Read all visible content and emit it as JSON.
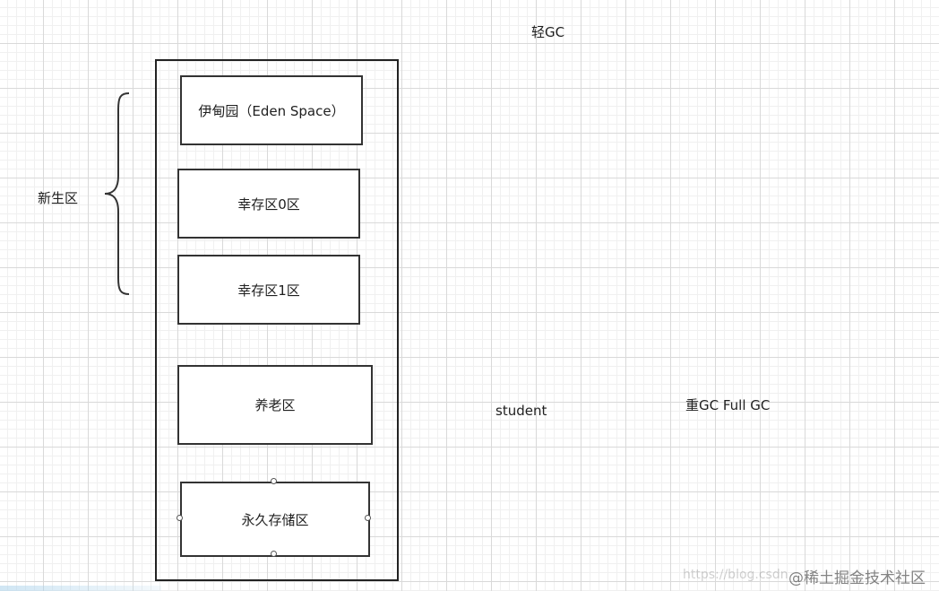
{
  "diagram": {
    "labels": {
      "minor_gc": "轻GC",
      "young_gen": "新生区",
      "student": "student",
      "major_gc": "重GC  Full GC"
    },
    "regions": {
      "eden": "伊甸园（Eden Space）",
      "survivor0": "幸存区0区",
      "survivor1": "幸存区1区",
      "old_gen": "养老区",
      "permanent": "永久存储区"
    }
  },
  "watermark": {
    "url": "https://blog.csdn",
    "site": "@稀土掘金技术社区"
  },
  "colors": {
    "grid_major": "#d9d9d9",
    "grid_minor": "#f0f0f0",
    "stroke": "#222222",
    "text": "#1f1f1f"
  }
}
